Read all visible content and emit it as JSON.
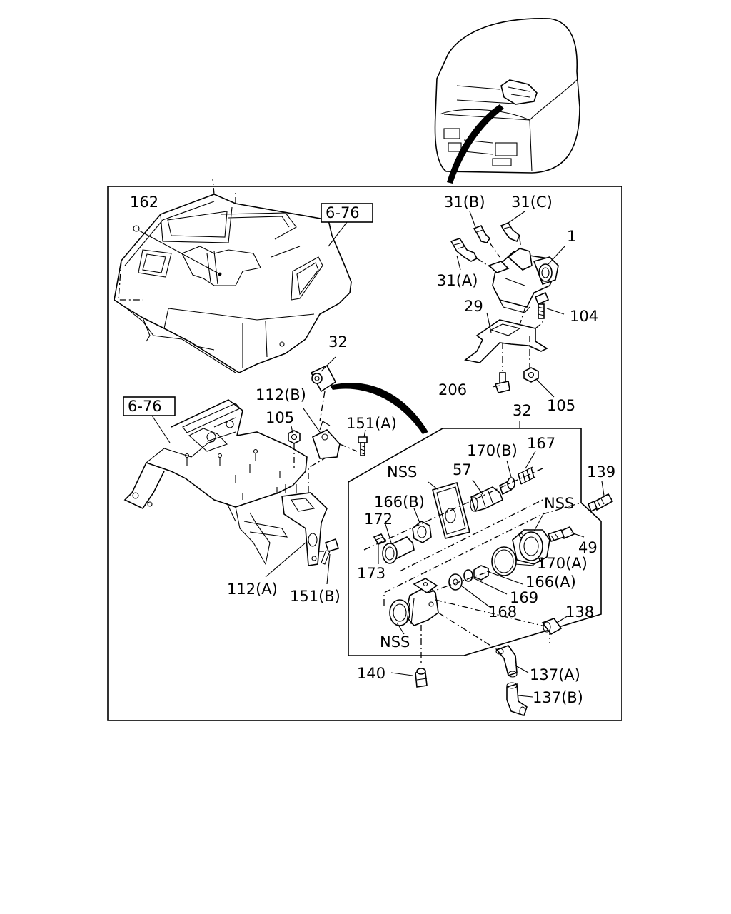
{
  "labels": {
    "p162": "162",
    "ref_top": "6-76",
    "ref_left": "6-76",
    "p31b": "31(B)",
    "p31c": "31(C)",
    "p31a": "31(A)",
    "p1": "1",
    "p29": "29",
    "p104": "104",
    "p206": "206",
    "p105r": "105",
    "p32a": "32",
    "p32b": "32",
    "p112b": "112(B)",
    "p105l": "105",
    "p151a": "151(A)",
    "p112a": "112(A)",
    "p151b": "151(B)",
    "p170b": "170(B)",
    "p167": "167",
    "p139": "139",
    "nss1": "NSS",
    "p57": "57",
    "p166b": "166(B)",
    "nss2": "NSS",
    "p172": "172",
    "p49": "49",
    "p170a": "170(A)",
    "p166a": "166(A)",
    "p173": "173",
    "p169": "169",
    "p168": "168",
    "p138": "138",
    "nss3": "NSS",
    "p140": "140",
    "p137a": "137(A)",
    "p137b": "137(B)"
  }
}
